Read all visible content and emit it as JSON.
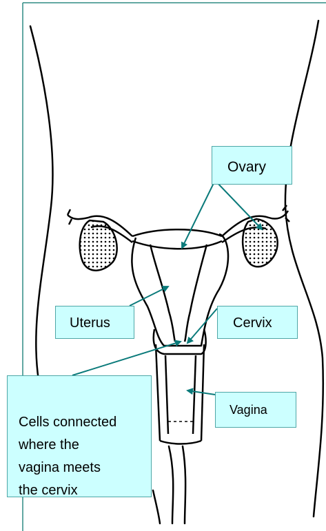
{
  "labels": {
    "ovary": "Ovary",
    "uterus": "Uterus",
    "cervix": "Cervix",
    "vagina": "Vagina",
    "cells_note": "Cells connected\nwhere the\nvagina meets\nthe cervix"
  },
  "colors": {
    "label_fill": "#ccffff",
    "label_border": "#4da6a6",
    "arrow": "#0a7a7a",
    "frame": "#2e8b83",
    "drawing": "#000000"
  }
}
